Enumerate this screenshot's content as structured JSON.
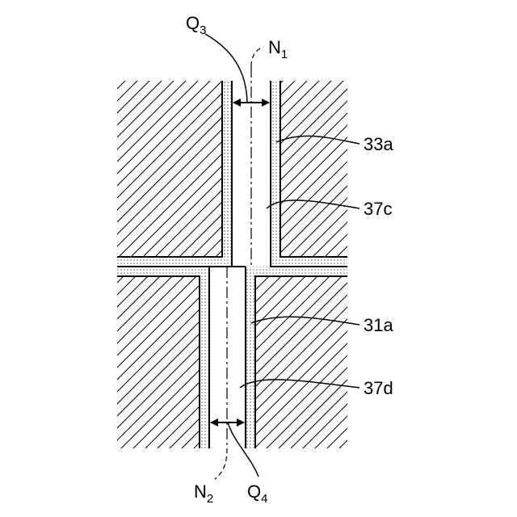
{
  "labels": {
    "q3": {
      "main": "Q",
      "sub": "3"
    },
    "n1": {
      "main": "N",
      "sub": "1"
    },
    "ref_33a": "33a",
    "ref_37c": "37c",
    "ref_31a": "31a",
    "ref_37d": "37d",
    "n2": {
      "main": "N",
      "sub": "2"
    },
    "q4": {
      "main": "Q",
      "sub": "4"
    }
  },
  "colors": {
    "line": "#000000",
    "background": "#ffffff",
    "coating_dots": "#555555"
  }
}
